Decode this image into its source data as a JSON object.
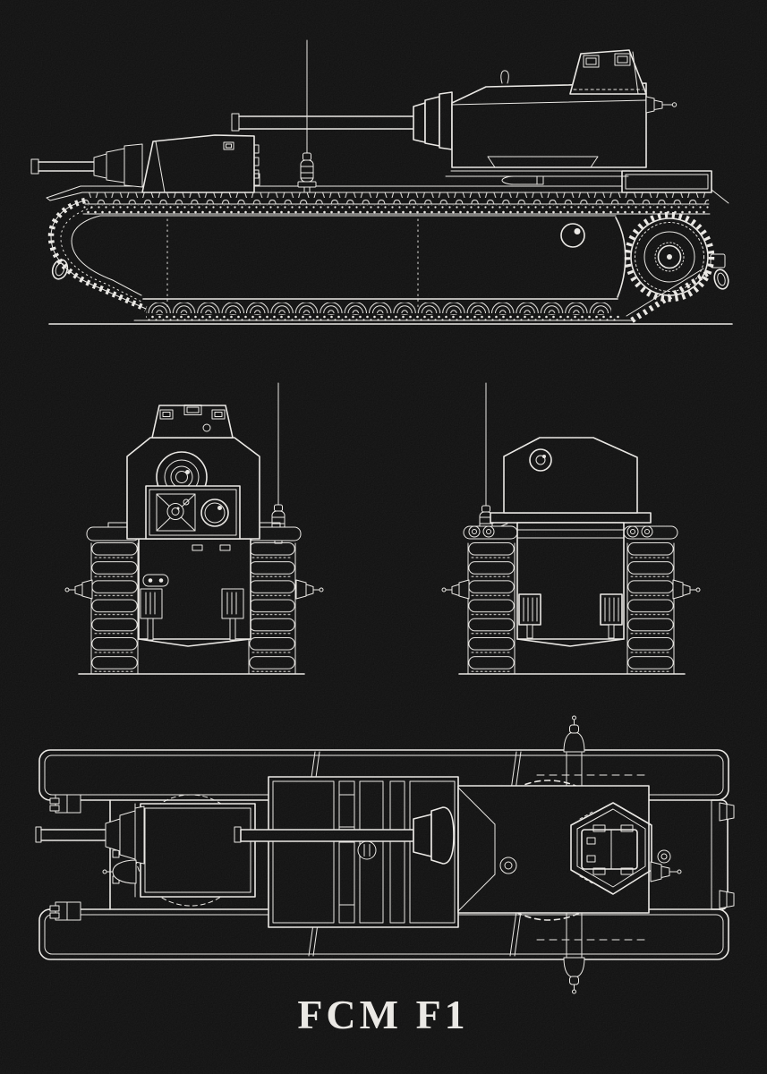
{
  "poster": {
    "title": "FCM F1",
    "colors": {
      "background": "#0a0a0a",
      "ink": "#e9e7e3"
    },
    "views": [
      {
        "name": "side-view"
      },
      {
        "name": "front-view"
      },
      {
        "name": "rear-view"
      },
      {
        "name": "top-view"
      }
    ]
  }
}
